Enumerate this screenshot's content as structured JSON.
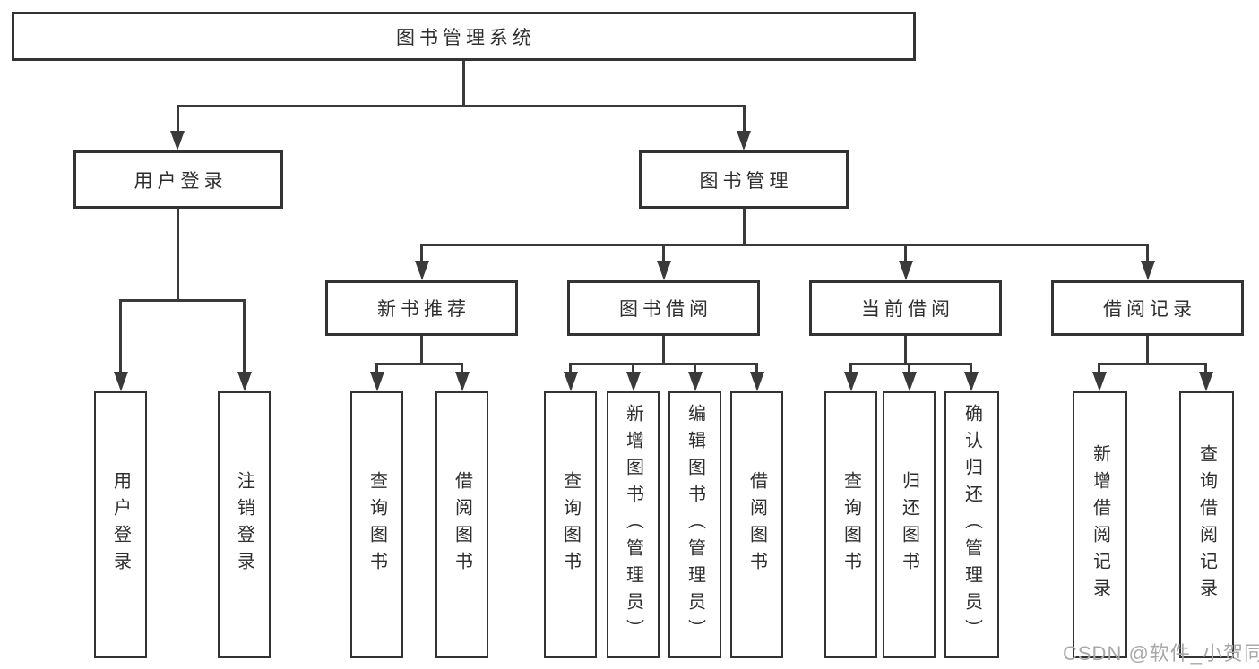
{
  "diagram": {
    "root": "图书管理系统",
    "branches": {
      "login": {
        "label": "用户登录",
        "children": [
          "用户登录",
          "注销登录"
        ]
      },
      "manage": {
        "label": "图书管理",
        "sections": [
          {
            "label": "新书推荐",
            "children": [
              "查询图书",
              "借阅图书"
            ]
          },
          {
            "label": "图书借阅",
            "children": [
              "查询图书",
              "新增图书（管理员）",
              "编辑图书（管理员）",
              "借阅图书"
            ]
          },
          {
            "label": "当前借阅",
            "children": [
              "查询图书",
              "归还图书",
              "确认归还（管理员）"
            ]
          },
          {
            "label": "借阅记录",
            "children": [
              "新增借阅记录",
              "查询借阅记录"
            ]
          }
        ]
      }
    },
    "colors": {
      "line": "#3a3a3a",
      "box_border": "#333333",
      "box_fill": "#ffffff",
      "text": "#2e2e2e",
      "watermark": "#a8a8a8"
    },
    "watermark": "CSDN @软件_小贺同学"
  }
}
